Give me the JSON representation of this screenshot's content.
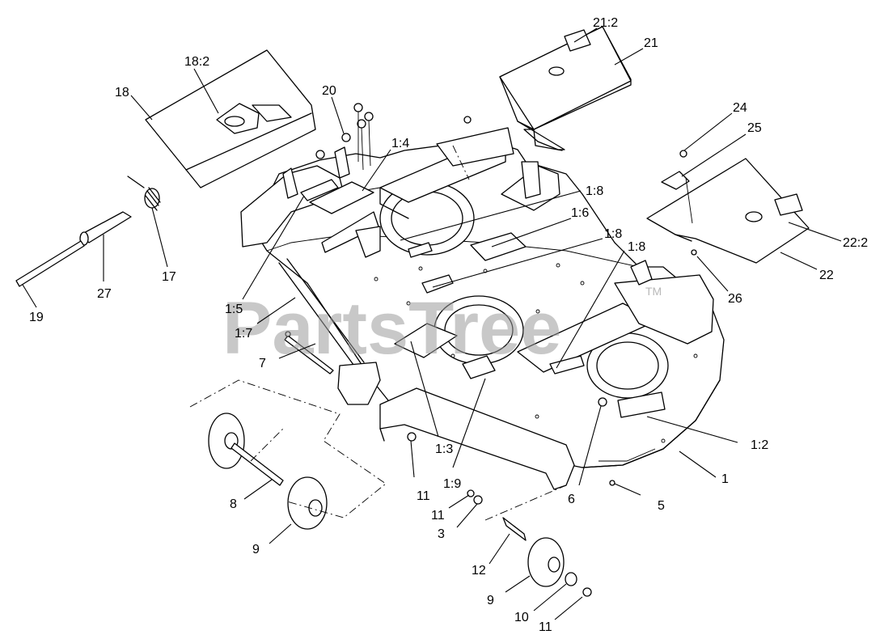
{
  "watermark": {
    "text": "PartsTree",
    "trademark": "TM"
  },
  "labels": {
    "l_21_2": "21:2",
    "l_21": "21",
    "l_18_2": "18:2",
    "l_18": "18",
    "l_20": "20",
    "l_1_4": "1:4",
    "l_1_8_a": "1:8",
    "l_1_6": "1:6",
    "l_1_8_b": "1:8",
    "l_1_8_c": "1:8",
    "l_24": "24",
    "l_25": "25",
    "l_22_2": "22:2",
    "l_22": "22",
    "l_26": "26",
    "l_17": "17",
    "l_27": "27",
    "l_19": "19",
    "l_1_5": "1:5",
    "l_1_7": "1:7",
    "l_7": "7",
    "l_1_2": "1:2",
    "l_1": "1",
    "l_1_3": "1:3",
    "l_1_9": "1:9",
    "l_11_a": "11",
    "l_11_b": "11",
    "l_3": "3",
    "l_6": "6",
    "l_5": "5",
    "l_8": "8",
    "l_9_a": "9",
    "l_12": "12",
    "l_9_b": "9",
    "l_10": "10",
    "l_11_c": "11"
  }
}
